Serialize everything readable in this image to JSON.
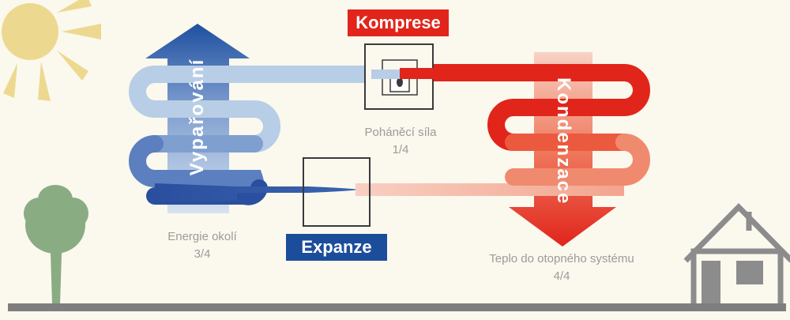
{
  "labels": {
    "compression": "Komprese",
    "expansion": "Expanze",
    "evaporation": "Vypařování",
    "condensation": "Kondenzace",
    "driving_power": "Poháněcí síla",
    "driving_power_fraction": "1/4",
    "ambient_energy": "Energie okolí",
    "ambient_energy_fraction": "3/4",
    "heat_output": "Teplo do otopného systému",
    "heat_output_fraction": "4/4"
  },
  "colors": {
    "background": "#fbf8ee",
    "cold_dark": "#2a4f9e",
    "cold_light": "#b8cde6",
    "hot_dark": "#e1251b",
    "hot_light": "#f6c8bc",
    "tag_red": "#e1251b",
    "tag_blue": "#1c4d9b",
    "sun": "#ecd98f",
    "tree": "#8aac82",
    "house": "#8c8c8c",
    "ground": "#7e7e7e"
  },
  "icons": [
    "sun-icon",
    "tree-icon",
    "house-icon",
    "compressor-icon",
    "expansion-valve-icon"
  ]
}
